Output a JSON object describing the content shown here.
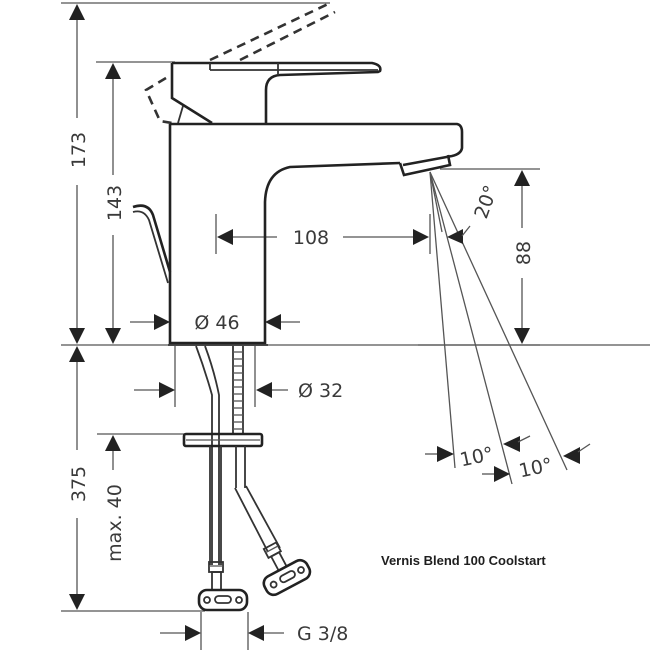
{
  "product": {
    "name": "Vernis Blend 100 Coolstart"
  },
  "dimensions": {
    "total_height": "173",
    "spout_height": "143",
    "spout_reach": "108",
    "outlet_height": "88",
    "base_diameter": "Ø 46",
    "hole_diameter": "Ø 32",
    "hose_length": "375",
    "max_counter_thickness": "max. 40",
    "connection_thread": "G 3/8",
    "spray_angle_main": "20°",
    "spray_angle_1": "10°",
    "spray_angle_2": "10°"
  },
  "colors": {
    "line": "#222222",
    "thin_line": "#555555",
    "text": "#3a3a3a",
    "background": "#ffffff"
  }
}
